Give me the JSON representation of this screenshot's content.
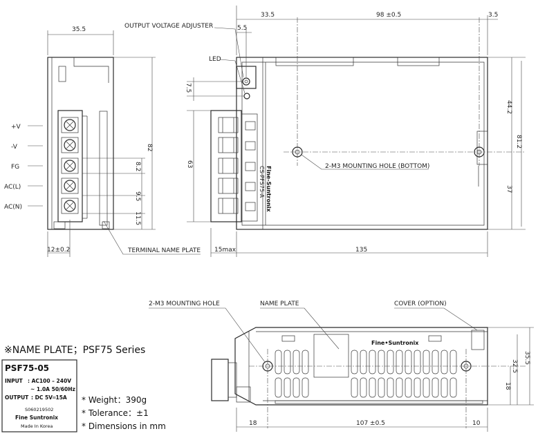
{
  "labels": {
    "output_voltage_adjuster": "OUTPUT VOLTAGE ADJUSTER",
    "led": "LED",
    "terminal_name_plate": "TERMINAL NAME PLATE",
    "mounting_hole_bottom": "2-M3 MOUNTING HOLE (BOTTOM)",
    "mounting_hole": "2-M3 MOUNTING HOLE",
    "name_plate": "NAME PLATE",
    "cover_option": "COVER (OPTION)",
    "brand_top": "Fine-Suntronix",
    "brand_top_model": "CS-PFS75-A",
    "brand_bottom": "Fine•Suntronix"
  },
  "terminals": [
    "+V",
    "-V",
    "FG",
    "AC(L)",
    "AC(N)"
  ],
  "dims": {
    "side_width": "35.5",
    "side_height": "82",
    "term_pitch_1": "8.2",
    "term_pitch_2": "9.5",
    "term_pitch_3": "11.5",
    "term_offset": "12±0.2",
    "top_left": "33.5",
    "top_span": "98 ±0.5",
    "top_right": "3.5",
    "adj_offset": "5.5",
    "led_offset": "7.5",
    "block_height": "63",
    "right_upper": "44.2",
    "right_total": "81.2",
    "right_lower": "37",
    "term_max": "15max",
    "body_length": "135",
    "bottom_left": "18",
    "bottom_span": "107 ±0.5",
    "bottom_right": "10",
    "bottom_height_total": "35.5",
    "bottom_height_inner": "32.5",
    "bottom_hole_height": "18"
  },
  "nameplate": {
    "title": "※NAME PLATE；PSF75 Series",
    "model": "PSF75-05",
    "input_label": "INPUT",
    "input_line1": ": AC100 – 240V",
    "input_line2": "~ 1.0A  50/60Hz",
    "output_label": "OUTPUT",
    "output_value": ": DC 5V═15A",
    "serial": "S060219502",
    "maker": "Fine Suntronix",
    "origin": "Made In Korea"
  },
  "specs": {
    "weight": "* Weight：390g",
    "tolerance": "* Tolerance：±1",
    "dimensions": "* Dimensions in mm"
  }
}
